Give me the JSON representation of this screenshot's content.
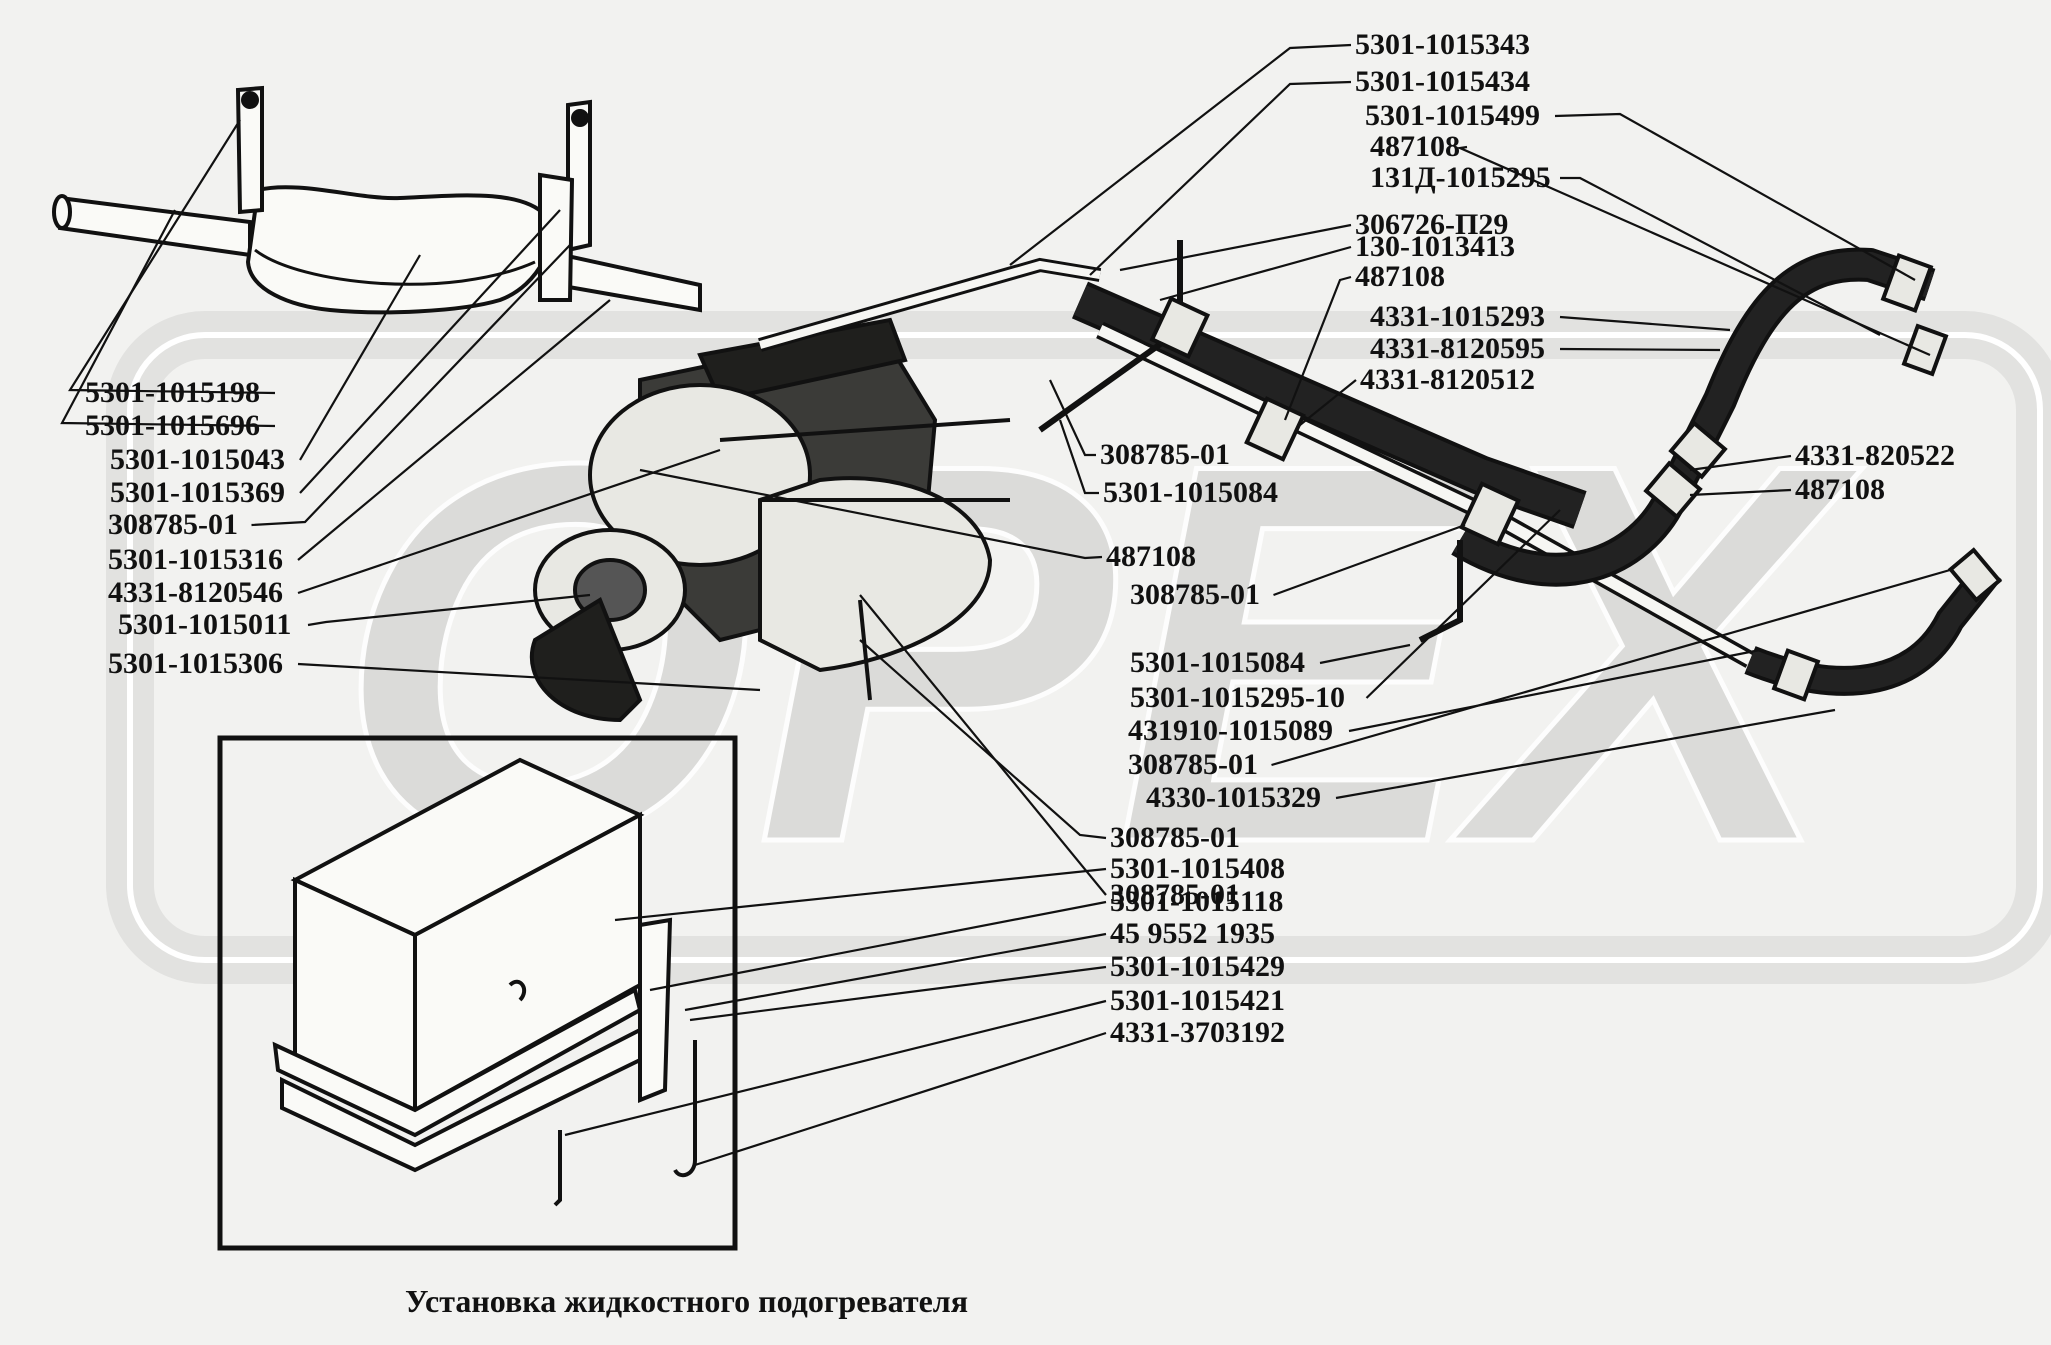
{
  "diagram": {
    "caption": "Установка жидкостного подогревателя",
    "watermark": "ОРЕХ",
    "part_numbers": [
      "5301-1015343",
      "5301-1015434",
      "5301-1015499",
      "487108",
      "131Д-1015295",
      "306726-П29",
      "130-1013413",
      "487108",
      "4331-1015293",
      "4331-8120595",
      "4331-8120512",
      "308785-01",
      "5301-1015084",
      "4331-820522",
      "487108",
      "487108",
      "308785-01",
      "5301-1015084",
      "5301-1015295-10",
      "431910-1015089",
      "308785-01",
      "4330-1015329",
      "308785-01",
      "308785-01",
      "5301-1015198",
      "5301-1015696",
      "5301-1015043",
      "5301-1015369",
      "308785-01",
      "5301-1015316",
      "4331-8120546",
      "5301-1015011",
      "5301-1015306",
      "5301-1015408",
      "5301-1015118",
      "45 9552 1935",
      "5301-1015429",
      "5301-1015421",
      "4331-3703192"
    ]
  }
}
